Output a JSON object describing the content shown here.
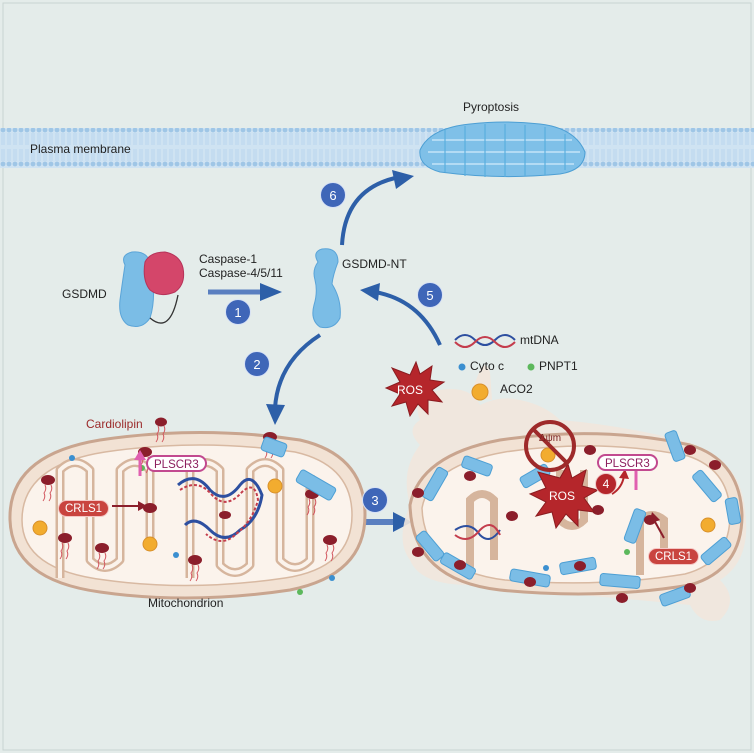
{
  "labels": {
    "pyroptosis": "Pyroptosis",
    "plasma_membrane": "Plasma membrane",
    "gsdmd": "GSDMD",
    "caspase1": "Caspase-1",
    "caspase4511": "Caspase-4/5/11",
    "gsdmd_nt": "GSDMD-NT",
    "mtdna": "mtDNA",
    "cyto_c": "Cyto c",
    "pnpt1": "PNPT1",
    "aco2": "ACO2",
    "ros": "ROS",
    "ros2": "ROS",
    "cardiolipin": "Cardiolipin",
    "plscr3_left": "PLSCR3",
    "plscr3_right": "PLSCR3",
    "crls1_left": "CRLS1",
    "crls1_right": "CRLS1",
    "mitochondrion": "Mitochondrion",
    "delta_psi": "Δψm"
  },
  "steps": [
    "1",
    "2",
    "3",
    "4",
    "5",
    "6"
  ],
  "colors": {
    "background": "#e4ecea",
    "membrane": "#b7d6ee",
    "gsdmd_blue": "#6fb3e0",
    "gsdmd_red": "#d4466a",
    "arrow_blue": "#2d5fa8",
    "badge_blue": "#3f66b8",
    "ros_red": "#b5262b",
    "mito_fill": "#f4e4d8",
    "mito_outline": "#c9a58f",
    "cardiolipin": "#8b1e2b",
    "plscr_pink": "#c2498f",
    "crls_red": "#c9443f"
  }
}
